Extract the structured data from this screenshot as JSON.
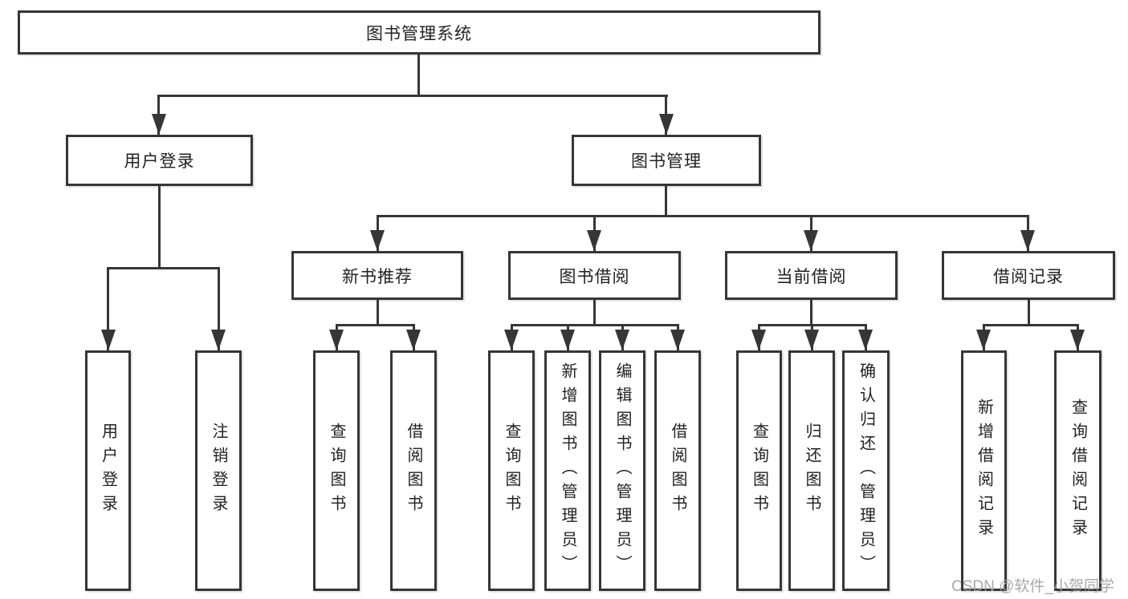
{
  "diagram": {
    "title": "图书管理系统",
    "branches": [
      {
        "label": "用户登录",
        "children": [
          "用户登录",
          "注销登录"
        ]
      },
      {
        "label": "图书管理",
        "children": [
          {
            "label": "新书推荐",
            "children": [
              "查询图书",
              "借阅图书"
            ]
          },
          {
            "label": "图书借阅",
            "children": [
              "查询图书",
              "新增图书（管理员）",
              "编辑图书（管理员）",
              "借阅图书"
            ]
          },
          {
            "label": "当前借阅",
            "children": [
              "查询图书",
              "归还图书",
              "确认归还（管理员）"
            ]
          },
          {
            "label": "借阅记录",
            "children": [
              "新增借阅记录",
              "查询借阅记录"
            ]
          }
        ]
      }
    ]
  },
  "watermark": "CSDN @软件_小贺同学",
  "colors": {
    "line": "#363636",
    "text": "#222222",
    "watermark": "#a0a0a0",
    "background": "#ffffff"
  }
}
